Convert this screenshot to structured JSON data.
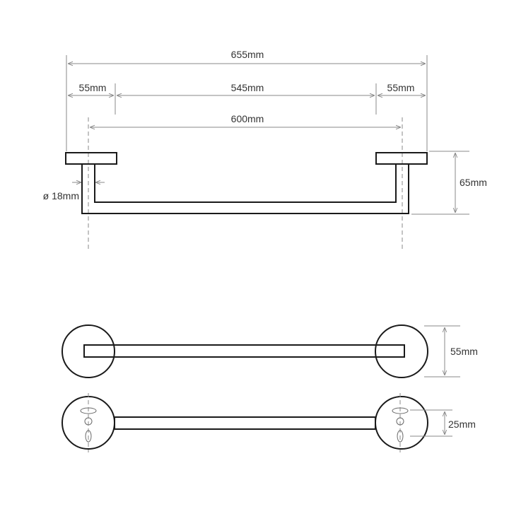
{
  "dimensions": {
    "total_width": "655mm",
    "left_plate": "55mm",
    "bar_span": "545mm",
    "right_plate": "55mm",
    "center_distance": "600mm",
    "projection": "65mm",
    "tube_diameter": "ø 18mm",
    "rose_diameter": "55mm",
    "fixing_spacing": "25mm"
  },
  "colors": {
    "outline": "#1a1a1a",
    "dimension_line": "#8a8a8a",
    "text": "#333333"
  }
}
